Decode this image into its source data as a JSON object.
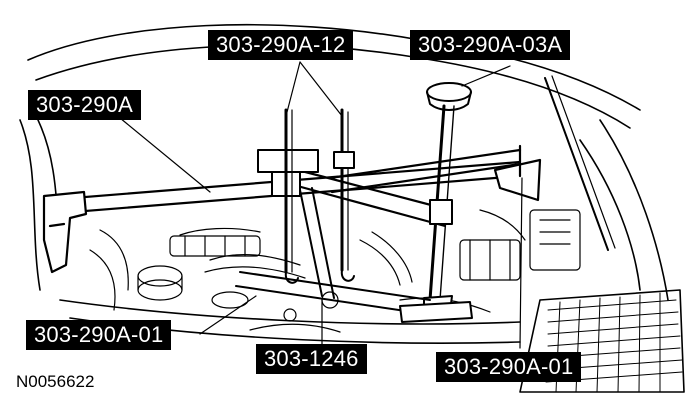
{
  "figure": {
    "id": "N0056622",
    "callouts": [
      {
        "key": "c1",
        "text": "303-290A"
      },
      {
        "key": "c2",
        "text": "303-290A-12"
      },
      {
        "key": "c3",
        "text": "303-290A-03A"
      },
      {
        "key": "c4",
        "text": "303-290A-01"
      },
      {
        "key": "c5",
        "text": "303-1246"
      },
      {
        "key": "c6",
        "text": "303-290A-01"
      }
    ]
  },
  "colors": {
    "ink": "#000000",
    "paper": "#ffffff",
    "label_bg": "#000000",
    "label_text": "#ffffff"
  }
}
